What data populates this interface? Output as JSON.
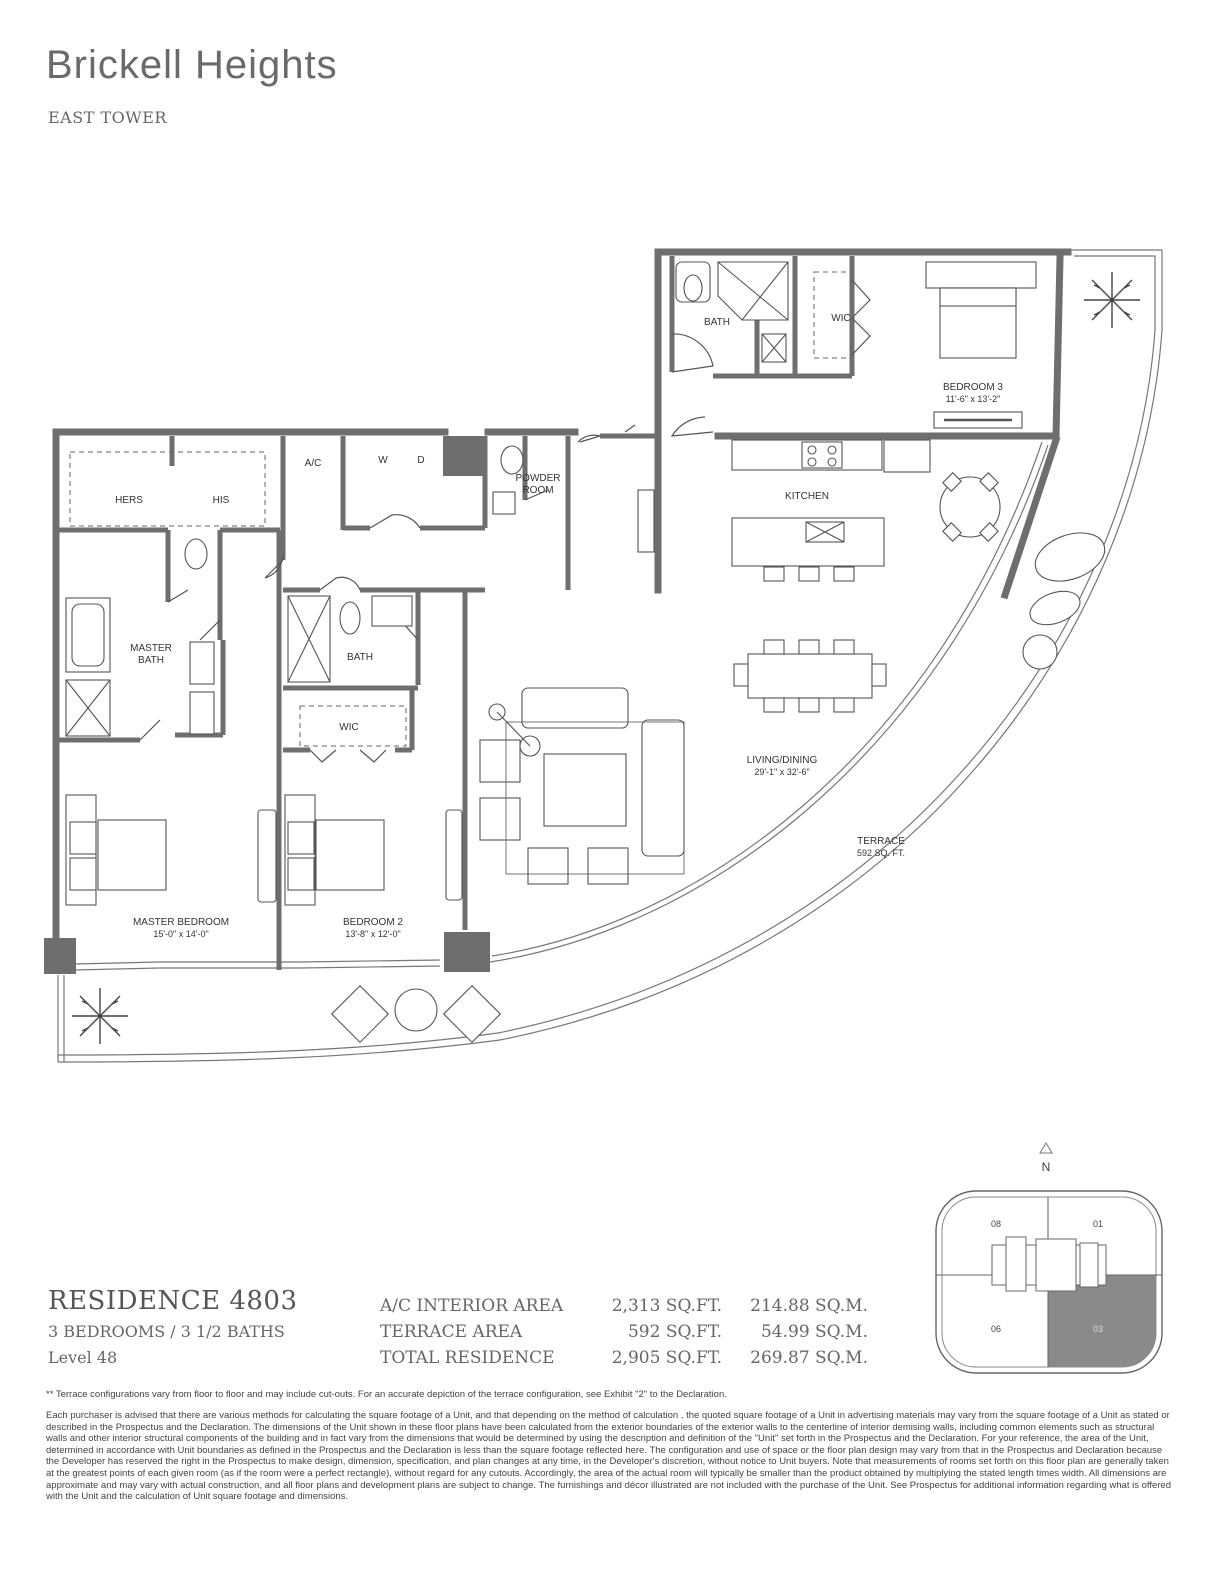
{
  "header": {
    "brand": "Brickell Heights",
    "tower": "EAST TOWER"
  },
  "rooms": {
    "bath_upper": "BATH",
    "wic_upper": "WIC",
    "bedroom3": "BEDROOM 3",
    "bedroom3_dim": "11'-6\" x 13'-2\"",
    "hers": "HERS",
    "his": "HIS",
    "ac": "A/C",
    "washer": "W",
    "dryer": "D",
    "powder_1": "POWDER",
    "powder_2": "ROOM",
    "kitchen": "KITCHEN",
    "master_bath_1": "MASTER",
    "master_bath_2": "BATH",
    "bath2": "BATH",
    "wic2": "WIC",
    "living": "LIVING/DINING",
    "living_dim": "29'-1\" x 32'-6\"",
    "terrace": "TERRACE",
    "terrace_area": "592 SQ. FT.",
    "master_bedroom": "MASTER BEDROOM",
    "master_bedroom_dim": "15'-0\" x 14'-0\"",
    "bedroom2": "BEDROOM 2",
    "bedroom2_dim": "13'-8\" x 12'-0\""
  },
  "residence": {
    "title": "RESIDENCE 4803",
    "beds_baths": "3 BEDROOMS / 3 1/2 BATHS",
    "level": "Level 48",
    "areas": [
      {
        "label": "A/C INTERIOR AREA",
        "sqft": "2,313 SQ.FT.",
        "sqm": "214.88 SQ.M."
      },
      {
        "label": "TERRACE AREA",
        "sqft": "592 SQ.FT.",
        "sqm": "54.99 SQ.M."
      },
      {
        "label": "TOTAL RESIDENCE",
        "sqft": "2,905 SQ.FT.",
        "sqm": "269.87 SQ.M."
      }
    ]
  },
  "key_plan": {
    "north": "N",
    "units": {
      "u08": "08",
      "u01": "01",
      "u06": "06",
      "u03": "03"
    },
    "highlight_color": "#8a8a8a"
  },
  "disclaimer": {
    "terrace_note": "** Terrace configurations vary from floor to floor and may include cut-outs. For an accurate depiction of the terrace configuration, see Exhibit \"2\" to the Declaration.",
    "body": "Each purchaser is advised that there are various methods for calculating the square footage of a Unit, and that depending on the method of calculation , the quoted square footage of a Unit in advertising materials may vary from the square footage of a Unit as stated or described in the Prospectus and the Declaration. The dimensions of the Unit shown in these floor plans have been calculated from the exterior boundaries of the exterior walls to the centerline of interior demising walls, including common elements such as structural walls and other interior structural components of the building and in fact vary from the dimensions that would be determined by using the description and definition of the \"Unit\" set forth in the Prospectus and the Declaration. For your reference, the area of the Unit, determined in accordance with Unit boundaries as defined in the Prospectus and the Declaration is less than the square footage reflected here. The configuration and use of space or the floor plan design may vary from that in the Prospectus and Declaration because the Developer has reserved the right in the Prospectus to make design, dimension, specification, and plan changes at any time, in the Developer's discretion, without notice to Unit buyers. Note that measurements of rooms set forth on this floor plan are generally taken at the greatest points of each given room (as if the room were a perfect rectangle), without regard for any cutouts. Accordingly, the area of the actual room will typically be smaller than the product obtained by multiplying the stated length times width. All dimensions are approximate and may vary with actual construction, and all floor plans and development plans are subject to change. The furnishings and décor illustrated are not included with the purchase of the Unit. See Prospectus for additional information regarding what is offered with the Unit and the calculation of Unit square footage and dimensions."
  },
  "colors": {
    "wall": "#6e6e6e",
    "line": "#555555",
    "text": "#333333"
  }
}
